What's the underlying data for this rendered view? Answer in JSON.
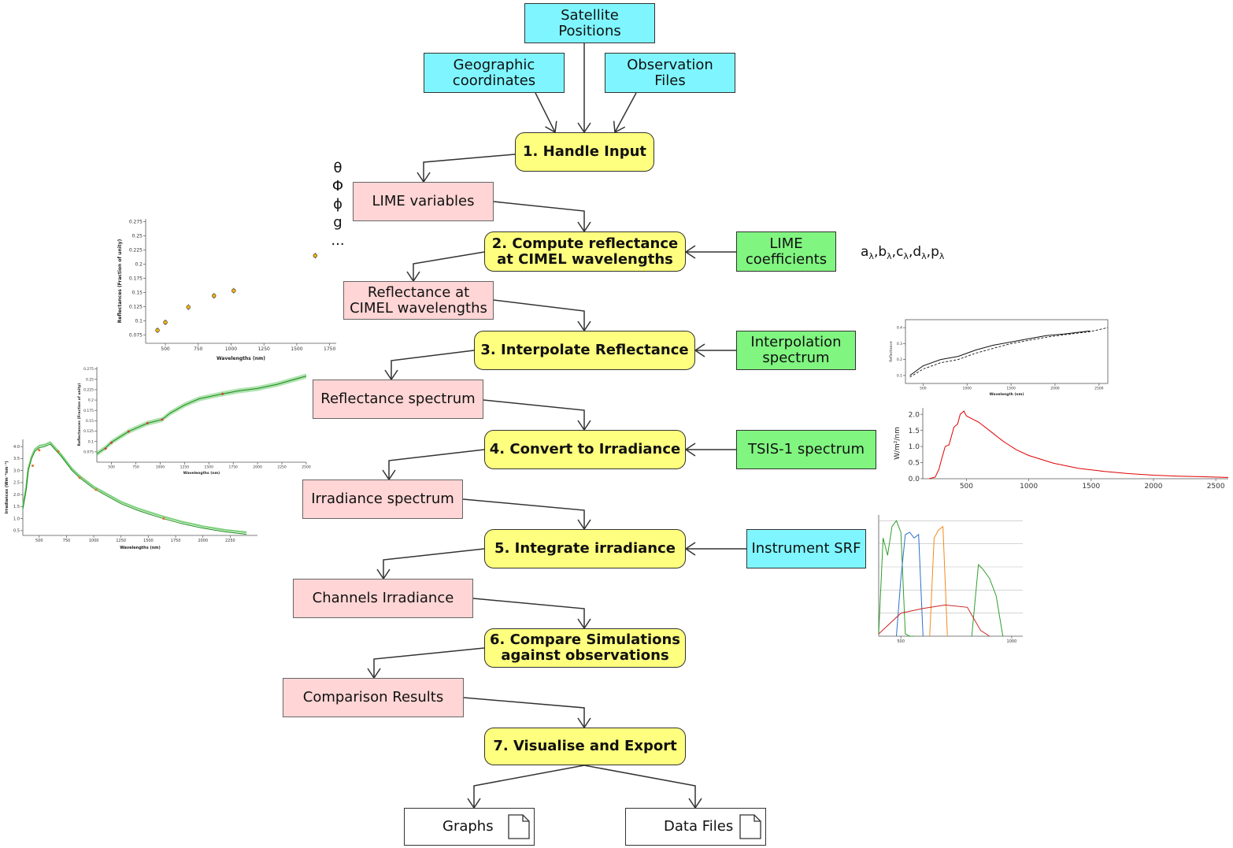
{
  "inputs": {
    "satellite_positions": "Satellite\nPositions",
    "geographic_coordinates": "Geographic\ncoordinates",
    "observation_files": "Observation\nFiles"
  },
  "steps": {
    "s1": "1. Handle Input",
    "s2": "2. Compute reflectance\nat CIMEL wavelengths",
    "s3": "3. Interpolate Reflectance",
    "s4": "4. Convert to Irradiance",
    "s5": "5. Integrate irradiance",
    "s6": "6. Compare Simulations\nagainst observations",
    "s7": "7. Visualise and Export"
  },
  "intermediates": {
    "lime_variables": "LIME variables",
    "reflectance_cimel": "Reflectance at\nCIMEL wavelengths",
    "reflectance_spectrum": "Reflectance spectrum",
    "irradiance_spectrum": "Irradiance spectrum",
    "channels_irradiance": "Channels Irradiance",
    "comparison_results": "Comparison Results"
  },
  "resources": {
    "lime_coefficients": "LIME\ncoefficients",
    "interpolation_spectrum": "Interpolation\nspectrum",
    "tsis_spectrum": "TSIS-1 spectrum",
    "instrument_srf": "Instrument SRF"
  },
  "outputs": {
    "graphs": "Graphs",
    "data_files": "Data Files"
  },
  "lime_symbols": [
    "θ",
    "Φ",
    "ϕ",
    "g",
    "..."
  ],
  "coefficients": {
    "letters": [
      "a",
      "b",
      "c",
      "d",
      "p"
    ],
    "subscript": "λ",
    "separator": ","
  },
  "colors": {
    "cyan": "#7ff6ff",
    "pink": "#ffd5d5",
    "yellow": "#ffff7f",
    "green": "#80f580",
    "irradiance_line": "#1a8a1a",
    "tsis_line": "#e00000"
  },
  "chart_data": [
    {
      "type": "scatter",
      "x": [
        440,
        500,
        675,
        870,
        1020,
        1640
      ],
      "y": [
        0.083,
        0.097,
        0.124,
        0.144,
        0.153,
        0.215
      ],
      "xlabel": "Wavelengths (nm)",
      "ylabel": "Reflectances (Fraction of unity)",
      "xlim": [
        350,
        1800
      ],
      "ylim": [
        0.06,
        0.28
      ],
      "xticks": [
        500,
        750,
        1000,
        1250,
        1500,
        1750
      ],
      "yticks": [
        0.075,
        0.1,
        0.125,
        0.15,
        0.175,
        0.2,
        0.225,
        0.25,
        0.275
      ]
    },
    {
      "type": "line",
      "x": [
        350,
        440,
        500,
        600,
        675,
        750,
        870,
        1020,
        1100,
        1250,
        1400,
        1500,
        1640,
        1800,
        2000,
        2200,
        2500
      ],
      "y": [
        0.07,
        0.085,
        0.098,
        0.113,
        0.124,
        0.132,
        0.144,
        0.153,
        0.168,
        0.188,
        0.203,
        0.208,
        0.215,
        0.222,
        0.228,
        0.238,
        0.258
      ],
      "markers": {
        "x": [
          440,
          500,
          675,
          870,
          1020,
          1640
        ],
        "y": [
          0.083,
          0.097,
          0.124,
          0.144,
          0.153,
          0.215
        ]
      },
      "xlabel": "Wavelengths (nm)",
      "ylabel": "Reflectances (Fraction of unity)",
      "xlim": [
        350,
        2500
      ],
      "ylim": [
        0.05,
        0.28
      ],
      "xticks": [
        500,
        750,
        1000,
        1250,
        1500,
        1750,
        2000,
        2250,
        2500
      ],
      "yticks": [
        0.075,
        0.1,
        0.125,
        0.15,
        0.175,
        0.2,
        0.225,
        0.25,
        0.275
      ]
    },
    {
      "type": "line",
      "x": [
        350,
        380,
        400,
        430,
        460,
        500,
        550,
        600,
        650,
        700,
        800,
        870,
        1000,
        1100,
        1250,
        1400,
        1500,
        1640,
        1800,
        2000,
        2200,
        2400
      ],
      "y": [
        1.4,
        2.2,
        3.0,
        3.5,
        3.8,
        3.95,
        4.0,
        4.1,
        3.85,
        3.6,
        3.0,
        2.7,
        2.25,
        2.0,
        1.62,
        1.35,
        1.2,
        1.0,
        0.8,
        0.6,
        0.45,
        0.35
      ],
      "markers": {
        "x": [
          440,
          500,
          675,
          870,
          1020,
          1640
        ],
        "y": [
          3.2,
          3.85,
          3.8,
          2.7,
          2.2,
          1.0
        ]
      },
      "xlabel": "Wavelengths (nm)",
      "ylabel": "Irradiances (Wm⁻²nm⁻¹)",
      "xlim": [
        350,
        2500
      ],
      "ylim": [
        0.3,
        4.3
      ],
      "xticks": [
        500,
        750,
        1000,
        1250,
        1500,
        1750,
        2000,
        2250
      ],
      "yticks": [
        0.5,
        1.0,
        1.5,
        2.0,
        2.5,
        3.0,
        3.5,
        4.0
      ]
    },
    {
      "type": "line",
      "series": [
        {
          "x": [
            350,
            500,
            700,
            900,
            1100,
            1300,
            1500,
            1700,
            1900,
            2100,
            2400
          ],
          "y": [
            0.1,
            0.16,
            0.2,
            0.22,
            0.26,
            0.29,
            0.31,
            0.33,
            0.35,
            0.36,
            0.38
          ]
        },
        {
          "x": [
            350,
            500,
            700,
            900,
            1100,
            1300,
            1500,
            1700,
            1900,
            2100,
            2400,
            2600
          ],
          "y": [
            0.09,
            0.14,
            0.18,
            0.2,
            0.24,
            0.27,
            0.3,
            0.32,
            0.34,
            0.355,
            0.375,
            0.4
          ]
        }
      ],
      "xlabel": "Wavelength (nm)",
      "ylabel": "Reflectance",
      "xlim": [
        300,
        2600
      ],
      "ylim": [
        0.05,
        0.45
      ],
      "xticks": [
        500,
        1000,
        1500,
        2000,
        2500
      ],
      "yticks": [
        0.1,
        0.2,
        0.3,
        0.4
      ]
    },
    {
      "type": "line",
      "x": [
        200,
        250,
        280,
        300,
        330,
        360,
        400,
        430,
        450,
        480,
        500,
        550,
        600,
        700,
        800,
        900,
        1000,
        1200,
        1400,
        1600,
        1800,
        2000,
        2200,
        2400,
        2600
      ],
      "y": [
        0.0,
        0.05,
        0.3,
        0.6,
        1.0,
        1.05,
        1.6,
        1.7,
        2.0,
        2.1,
        1.95,
        1.85,
        1.75,
        1.45,
        1.15,
        0.9,
        0.72,
        0.48,
        0.32,
        0.23,
        0.16,
        0.11,
        0.08,
        0.06,
        0.04
      ],
      "ylabel": "W/m²/nm",
      "xlim": [
        150,
        2600
      ],
      "ylim": [
        0,
        2.2
      ],
      "xticks": [
        500,
        1000,
        1500,
        2000,
        2500
      ],
      "yticks": [
        0.0,
        0.5,
        1.0,
        1.5,
        2.0
      ]
    },
    {
      "type": "line",
      "series": [
        {
          "x": [
            400,
            420,
            440,
            460,
            480,
            500,
            520,
            540,
            560
          ],
          "y": [
            0.02,
            0.85,
            0.7,
            0.95,
            1.0,
            0.9,
            0.02,
            0.0,
            0.0
          ]
        },
        {
          "x": [
            480,
            500,
            520,
            540,
            560,
            580,
            600
          ],
          "y": [
            0.0,
            0.5,
            0.88,
            0.9,
            0.85,
            0.88,
            0.0
          ]
        },
        {
          "x": [
            630,
            650,
            670,
            690,
            710
          ],
          "y": [
            0.0,
            0.85,
            0.92,
            0.95,
            0.0
          ]
        },
        {
          "x": [
            820,
            850,
            870,
            900,
            930,
            960
          ],
          "y": [
            0.0,
            0.62,
            0.58,
            0.5,
            0.35,
            0.0
          ]
        },
        {
          "x": [
            400,
            500,
            600,
            700,
            800,
            860,
            900
          ],
          "y": [
            0.02,
            0.2,
            0.24,
            0.27,
            0.25,
            0.05,
            0.0
          ]
        }
      ],
      "xlim": [
        400,
        1050
      ],
      "ylim": [
        0,
        1.05
      ],
      "xticks": [
        500,
        1000
      ]
    }
  ]
}
